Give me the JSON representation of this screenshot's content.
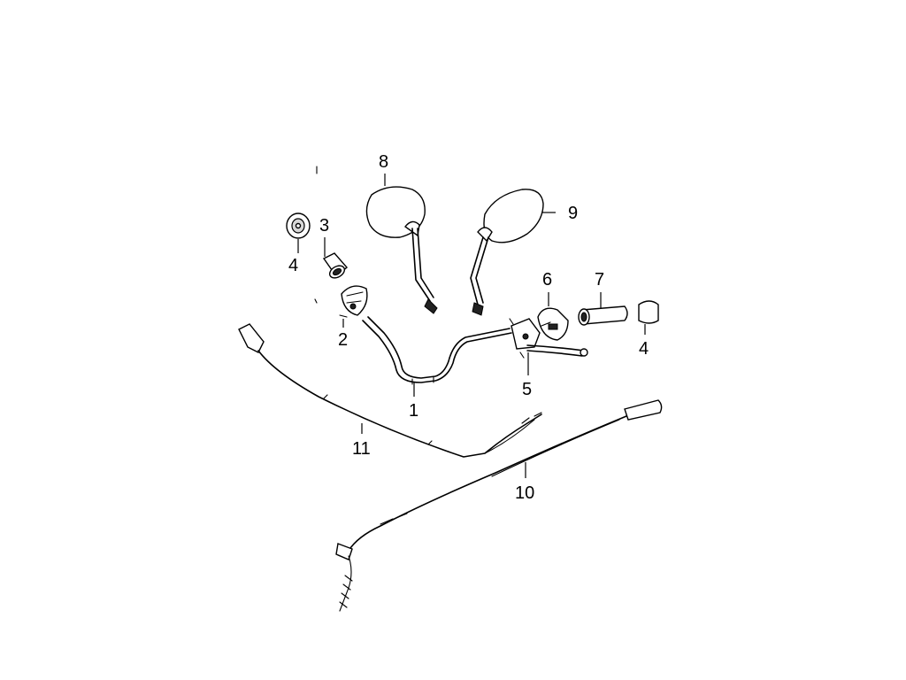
{
  "callouts": [
    {
      "id": "1",
      "label": "1"
    },
    {
      "id": "2",
      "label": "2"
    },
    {
      "id": "3",
      "label": "3"
    },
    {
      "id": "4a",
      "label": "4"
    },
    {
      "id": "4b",
      "label": "4"
    },
    {
      "id": "5",
      "label": "5"
    },
    {
      "id": "6",
      "label": "6"
    },
    {
      "id": "7",
      "label": "7"
    },
    {
      "id": "8",
      "label": "8"
    },
    {
      "id": "9",
      "label": "9"
    },
    {
      "id": "10",
      "label": "10"
    },
    {
      "id": "11",
      "label": "11"
    }
  ]
}
